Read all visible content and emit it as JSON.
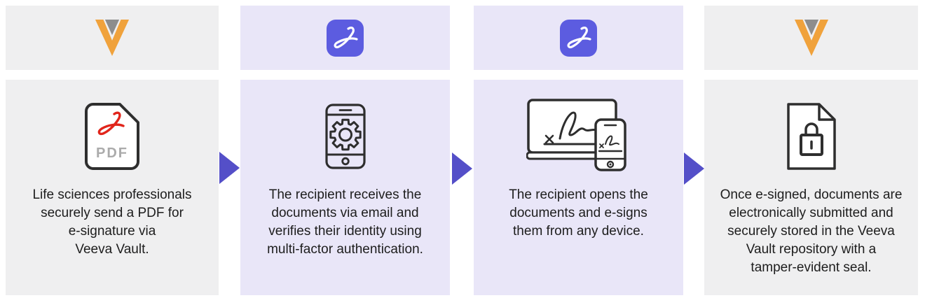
{
  "colors": {
    "panel_gray": "#efeff0",
    "panel_purple": "#e9e6f8",
    "arrow_purple": "#544fc8",
    "adobe_icon_purple": "#5c5ce0",
    "veeva_orange": "#f0a23c",
    "veeva_triangle_gray": "#8d8d8d",
    "acrobat_red": "#e1251b",
    "icon_outline": "#2e2e2e",
    "pdf_label_gray": "#ababab",
    "body_text": "#1d1d1d"
  },
  "steps": [
    {
      "brand_icon": "veeva-logo-icon",
      "body_icon": "pdf-document-icon",
      "icon_label": "PDF",
      "text": "Life sciences professionals\nsecurely send a PDF for\ne-signature via\nVeeva Vault."
    },
    {
      "brand_icon": "acrobat-sign-icon",
      "body_icon": "phone-authentication-icon",
      "text": "The recipient receives the\ndocuments via email and\nverifies their identity using\nmulti-factor authentication."
    },
    {
      "brand_icon": "acrobat-sign-icon",
      "body_icon": "esign-devices-icon",
      "text": "The recipient opens the\ndocuments and e-signs\nthem from any device."
    },
    {
      "brand_icon": "veeva-logo-icon",
      "body_icon": "locked-document-icon",
      "text": "Once e-signed, documents are\nelectronically submitted and\nsecurely stored in the Veeva\nVault repository with a\ntamper-evident seal."
    }
  ]
}
